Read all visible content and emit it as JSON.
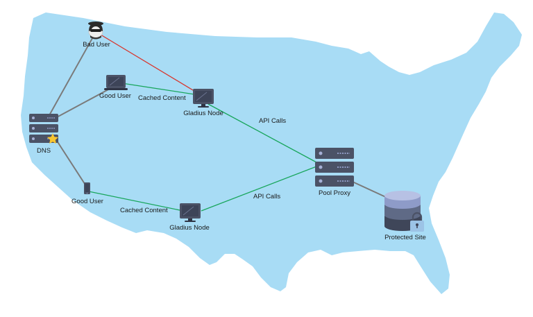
{
  "colors": {
    "map_fill": "#a8dcf5",
    "device": "#4b5266",
    "screen": "#3d4458",
    "link_normal": "#7a7a7a",
    "link_bad": "#d9342b",
    "link_cached": "#19a65c",
    "star": "#f7c531",
    "db_top": "#8e9bc8",
    "db_mid": "#5f6a86",
    "db_bottom": "#3f4659",
    "lock": "#9cc3e6"
  },
  "nodes": {
    "bad_user": "Bad User",
    "good_user_top": "Good User",
    "good_user_bottom": "Good User",
    "dns": "DNS",
    "gladius_node_top": "Gladius Node",
    "gladius_node_bottom": "Gladius Node",
    "pool_proxy": "Pool Proxy",
    "protected_site": "Protected Site"
  },
  "edge_labels": {
    "cached_top": "Cached Content",
    "cached_bottom": "Cached Content",
    "api_top": "API Calls",
    "api_bottom": "API Calls"
  },
  "icons": {
    "bad_user": "hacker-icon",
    "good_user_top": "laptop-icon",
    "good_user_bottom": "phone-icon",
    "dns": "server-stack-icon",
    "dns_badge": "star-icon",
    "gladius_node": "monitor-icon",
    "pool_proxy": "server-stack-icon",
    "protected_site": "database-icon",
    "protected_site_badge": "lock-icon"
  }
}
